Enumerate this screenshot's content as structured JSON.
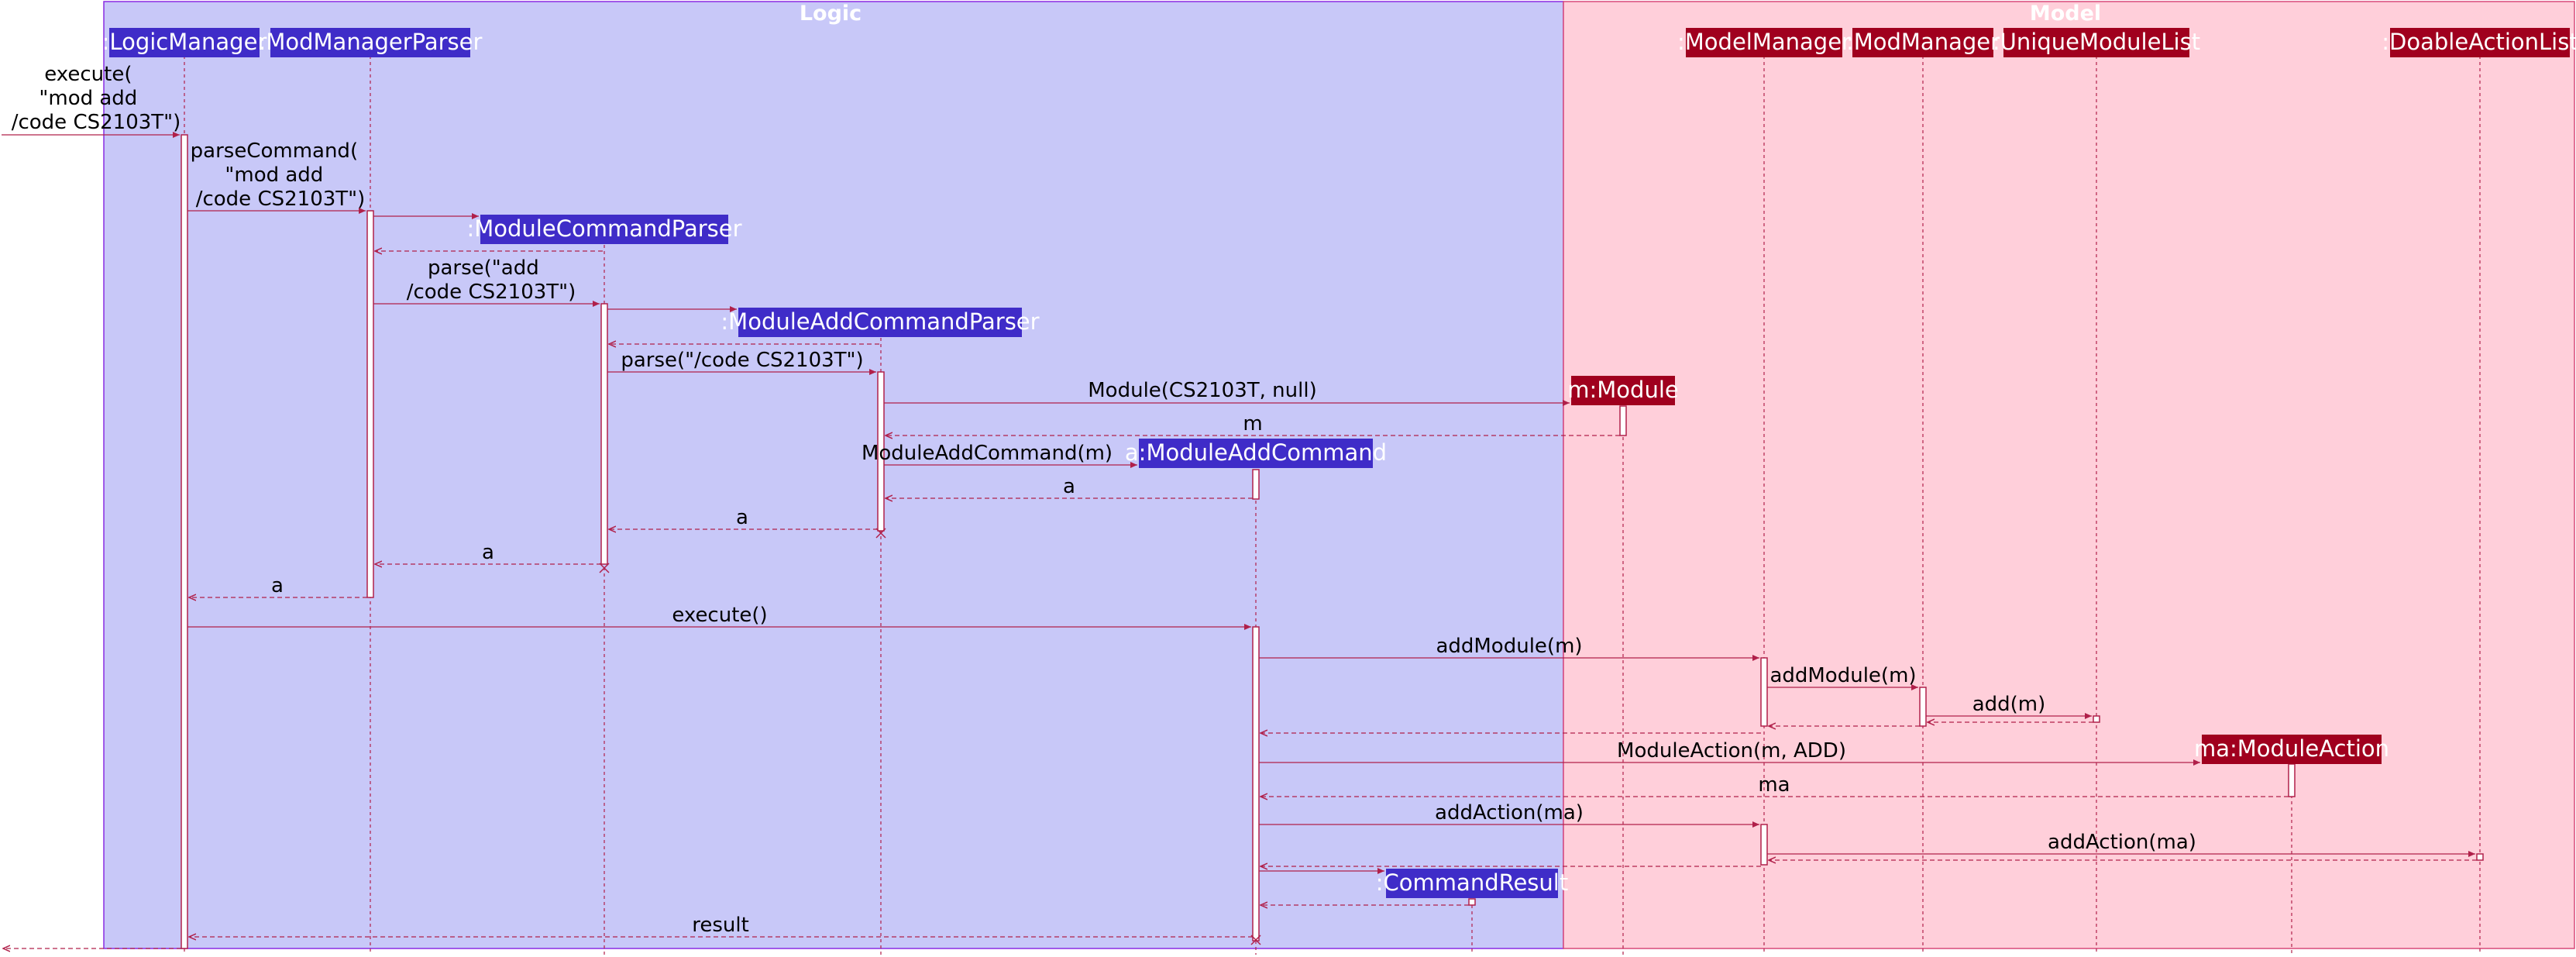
{
  "colors": {
    "logic_bg": "#C8C8F8",
    "logic_border": "#8A2BE2",
    "model_bg": "#FFCFDA",
    "model_border": "#D84A7A",
    "logic_participant": "#3F2CC8",
    "model_participant": "#A0001E",
    "arrow": "#B0204A",
    "lifeline": "#B0204A",
    "activation_fill": "#FFFFFF",
    "activation_stroke": "#B0204A",
    "destroy": "#B0204A"
  },
  "groups": {
    "logic": {
      "title": "Logic"
    },
    "model": {
      "title": "Model"
    }
  },
  "participants": {
    "logic_manager": ":LogicManager",
    "mod_manager_parser": ":ModManagerParser",
    "module_command_parser": ":ModuleCommandParser",
    "module_add_command_parser": ":ModuleAddCommandParser",
    "module_add_command": "a:ModuleAddCommand",
    "command_result": ":CommandResult",
    "module": "m:Module",
    "model_manager": ":ModelManager",
    "mod_manager": ":ModManager",
    "unique_module_list": ":UniqueModuleList",
    "module_action": "ma:ModuleAction",
    "doable_action_list": ":DoableActionList"
  },
  "messages": {
    "execute_call": [
      "execute(",
      "\"mod add",
      "/code CS2103T\")"
    ],
    "parse_command": [
      "parseCommand(",
      "\"mod add",
      "/code CS2103T\")"
    ],
    "parse_add": [
      "parse(\"add",
      "/code CS2103T\")"
    ],
    "parse_code": "parse(\"/code CS2103T\")",
    "module_ctor": "Module(CS2103T, null)",
    "return_m": "m",
    "module_add_command_ctor": "ModuleAddCommand(m)",
    "return_a_1": "a",
    "return_a_2": "a",
    "return_a_3": "a",
    "return_a_4": "a",
    "execute": "execute()",
    "add_module_1": "addModule(m)",
    "add_module_2": "addModule(m)",
    "add_m": "add(m)",
    "module_action_ctor": "ModuleAction(m, ADD)",
    "return_ma": "ma",
    "add_action_1": "addAction(ma)",
    "add_action_2": "addAction(ma)",
    "result": "result"
  }
}
